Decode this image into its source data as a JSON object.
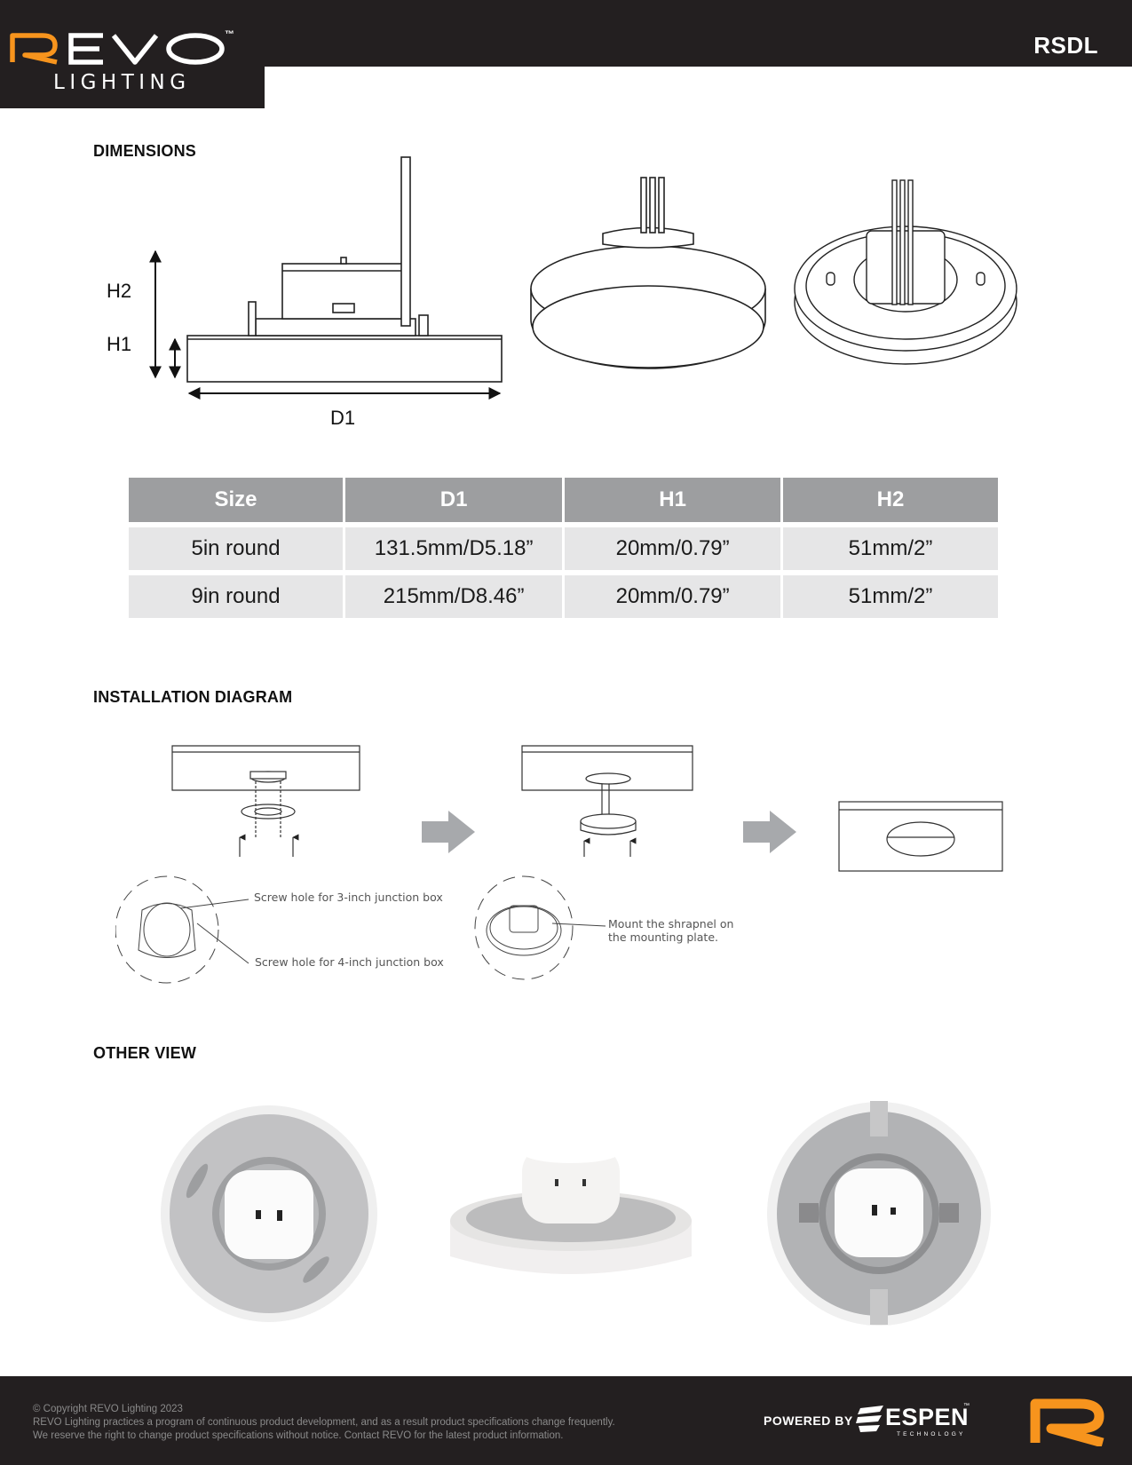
{
  "header": {
    "brand_main": "REVO",
    "brand_tm": "™",
    "brand_sub": "LIGHTING",
    "model_code": "RSDL",
    "brand_color": "#f7941d",
    "bar_color": "#231f20"
  },
  "dimensions": {
    "title": "DIMENSIONS",
    "labels": {
      "h2": "H2",
      "h1": "H1",
      "d1": "D1"
    },
    "table": {
      "headers": [
        "Size",
        "D1",
        "H1",
        "H2"
      ],
      "rows": [
        [
          "5in round",
          "131.5mm/D5.18”",
          "20mm/0.79”",
          "51mm/2”"
        ],
        [
          "9in round",
          "215mm/D8.46”",
          "20mm/0.79”",
          "51mm/2”"
        ]
      ]
    }
  },
  "installation": {
    "title": "INSTALLATION DIAGRAM",
    "callouts": {
      "screw_3in": "Screw hole for 3-inch junction box",
      "screw_4in": "Screw hole for 4-inch junction box",
      "shrapnel": "Mount the shrapnel on the mounting plate."
    },
    "arrow_color": "#a7a9ac"
  },
  "other_view": {
    "title": "OTHER VIEW"
  },
  "footer": {
    "lines": [
      "© Copyright REVO Lighting 2023",
      "REVO Lighting practices a program of continuous product development, and as a result product specifications change frequently.",
      "We reserve the right to change product specifications without notice. Contact REVO for the latest product information."
    ],
    "powered_by": "POWERED BY",
    "partner_name": "ESPEN",
    "partner_tm": "™",
    "partner_sub": "TECHNOLOGY"
  }
}
